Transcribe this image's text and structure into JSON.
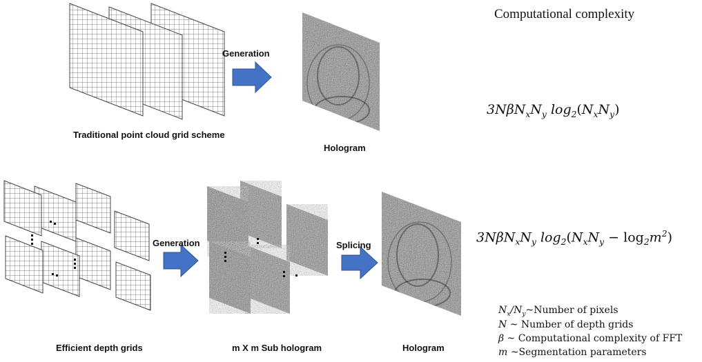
{
  "title": "Computational complexity",
  "labels": {
    "traditional": "Traditional point cloud grid scheme",
    "hologram_top": "Hologram",
    "generation_top": "Generation",
    "efficient": "Efficient depth grids",
    "generation_bottom": "Generation",
    "sub_hologram": "m X m Sub hologram",
    "splicing": "Splicing",
    "hologram_bottom": "Hologram"
  },
  "formulas": {
    "top": {
      "coef": "3Nβ",
      "nx": "N",
      "nx_sub": "x",
      "ny": "N",
      "ny_sub": "y",
      "log": "log",
      "log_sub": "2",
      "open": "(",
      "nx2": "N",
      "nx2_sub": "x",
      "ny2": "N",
      "ny2_sub": "y",
      "close": ")"
    },
    "bottom": {
      "coef": "3Nβ",
      "nx": "N",
      "nx_sub": "x",
      "ny": "N",
      "ny_sub": "y",
      "log": "log",
      "log_sub": "2",
      "open": "(",
      "nx2": "N",
      "nx2_sub": "x",
      "ny2": "N",
      "ny2_sub": "y",
      "minus": " − log",
      "log2_sub": "2",
      "m": "m",
      "m_sup": "2",
      "close": ")"
    }
  },
  "legend": [
    {
      "sym": "N",
      "sub1": "x",
      "slash": "/N",
      "sub2": "y",
      "text": "~Number of pixels"
    },
    {
      "sym": "N",
      "text": " ~ Number of depth grids"
    },
    {
      "sym": "β",
      "text": " ~ Computational complexity of FFT"
    },
    {
      "sym": "m",
      "text": " ~Segmentation parameters"
    }
  ],
  "colors": {
    "arrow": "#4472C4",
    "arrow_edge": "#2F5597",
    "grid": "#555555",
    "hologram_base": "#8c8c8c"
  }
}
